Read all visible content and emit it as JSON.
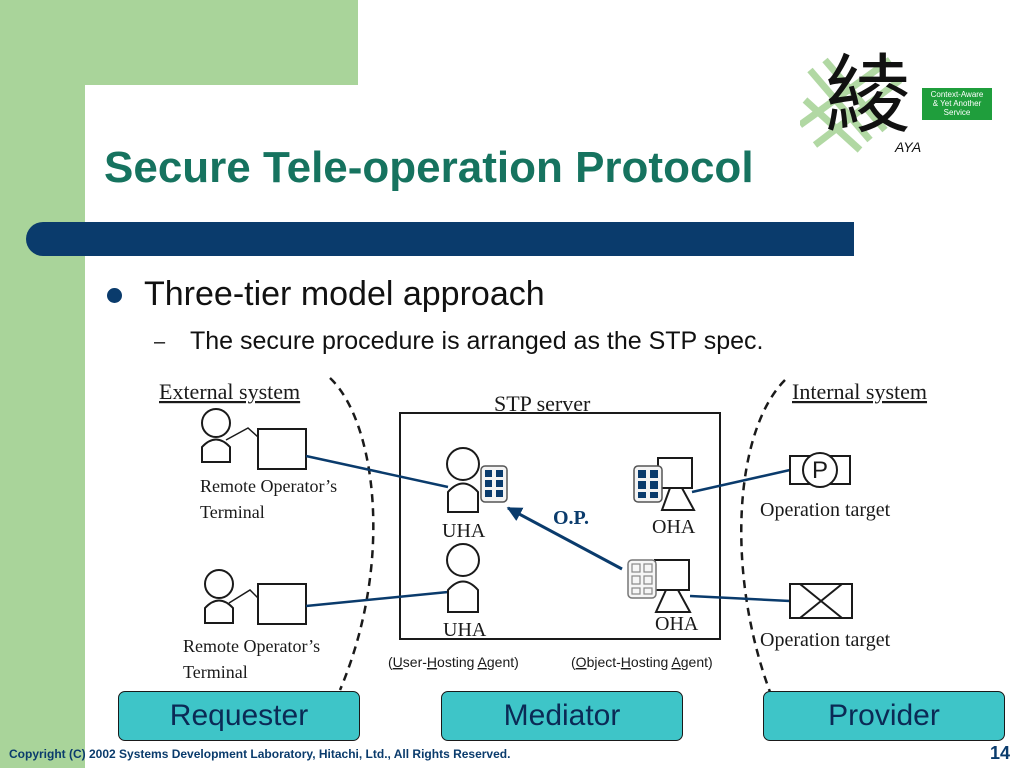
{
  "slide": {
    "title": "Secure Tele-operation Protocol",
    "bullet": "Three-tier model approach",
    "sub_dash": "–",
    "sub_bullet": "The secure procedure is arranged as the STP spec."
  },
  "logo": {
    "kanji": "綾",
    "tagline_1": "Context-Aware",
    "tagline_2": "& Yet Another",
    "tagline_3": "Service",
    "name": "AYA"
  },
  "diagram": {
    "external_label": "External system",
    "internal_label": "Internal system",
    "server_label": "STP server",
    "terminal_1_line1": "Remote Operator’s",
    "terminal_1_line2": "Terminal",
    "terminal_2_line1": "Remote Operator’s",
    "terminal_2_line2": "Terminal",
    "uha_1": "UHA",
    "uha_2": "UHA",
    "oha_1": "OHA",
    "oha_2": "OHA",
    "op_label": "O.P.",
    "target_1": "Operation target",
    "target_2": "Operation target",
    "p_symbol": "P",
    "uha_def": {
      "p1": "(",
      "u": "U",
      "p2": "ser-",
      "h": "H",
      "p3": "osting ",
      "a": "A",
      "p4": "gent)"
    },
    "oha_def": {
      "p1": "(",
      "o": "O",
      "p2": "bject-",
      "h": "H",
      "p3": "osting ",
      "a": "A",
      "p4": "gent)"
    }
  },
  "tiers": [
    "Requester",
    "Mediator",
    "Provider"
  ],
  "footer": {
    "copyright": "Copyright (C) 2002 Systems Development Laboratory, Hitachi, Ltd., All Rights Reserved.",
    "page": "14"
  },
  "colors": {
    "title": "#16735f",
    "band": "#a9d49a",
    "bar": "#0a3b6c",
    "tier_box": "#3ec5c8",
    "arrow": "#0a3b6c"
  }
}
